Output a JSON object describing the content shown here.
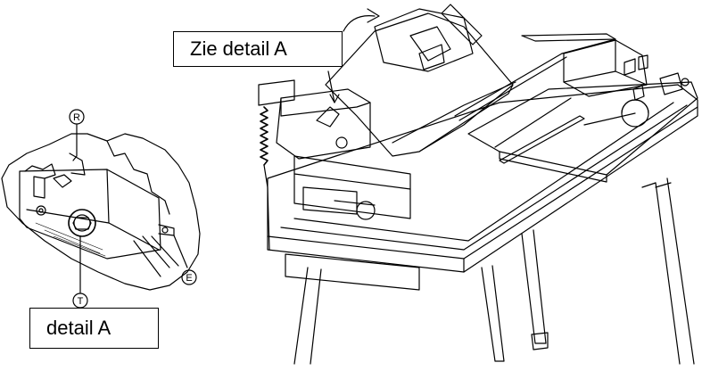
{
  "callouts": {
    "zie_detail": "Zie detail A",
    "detail": "detail A"
  },
  "markers": {
    "r": "R",
    "t": "T",
    "e": "E"
  },
  "colors": {
    "line": "#000000",
    "background": "#ffffff"
  }
}
